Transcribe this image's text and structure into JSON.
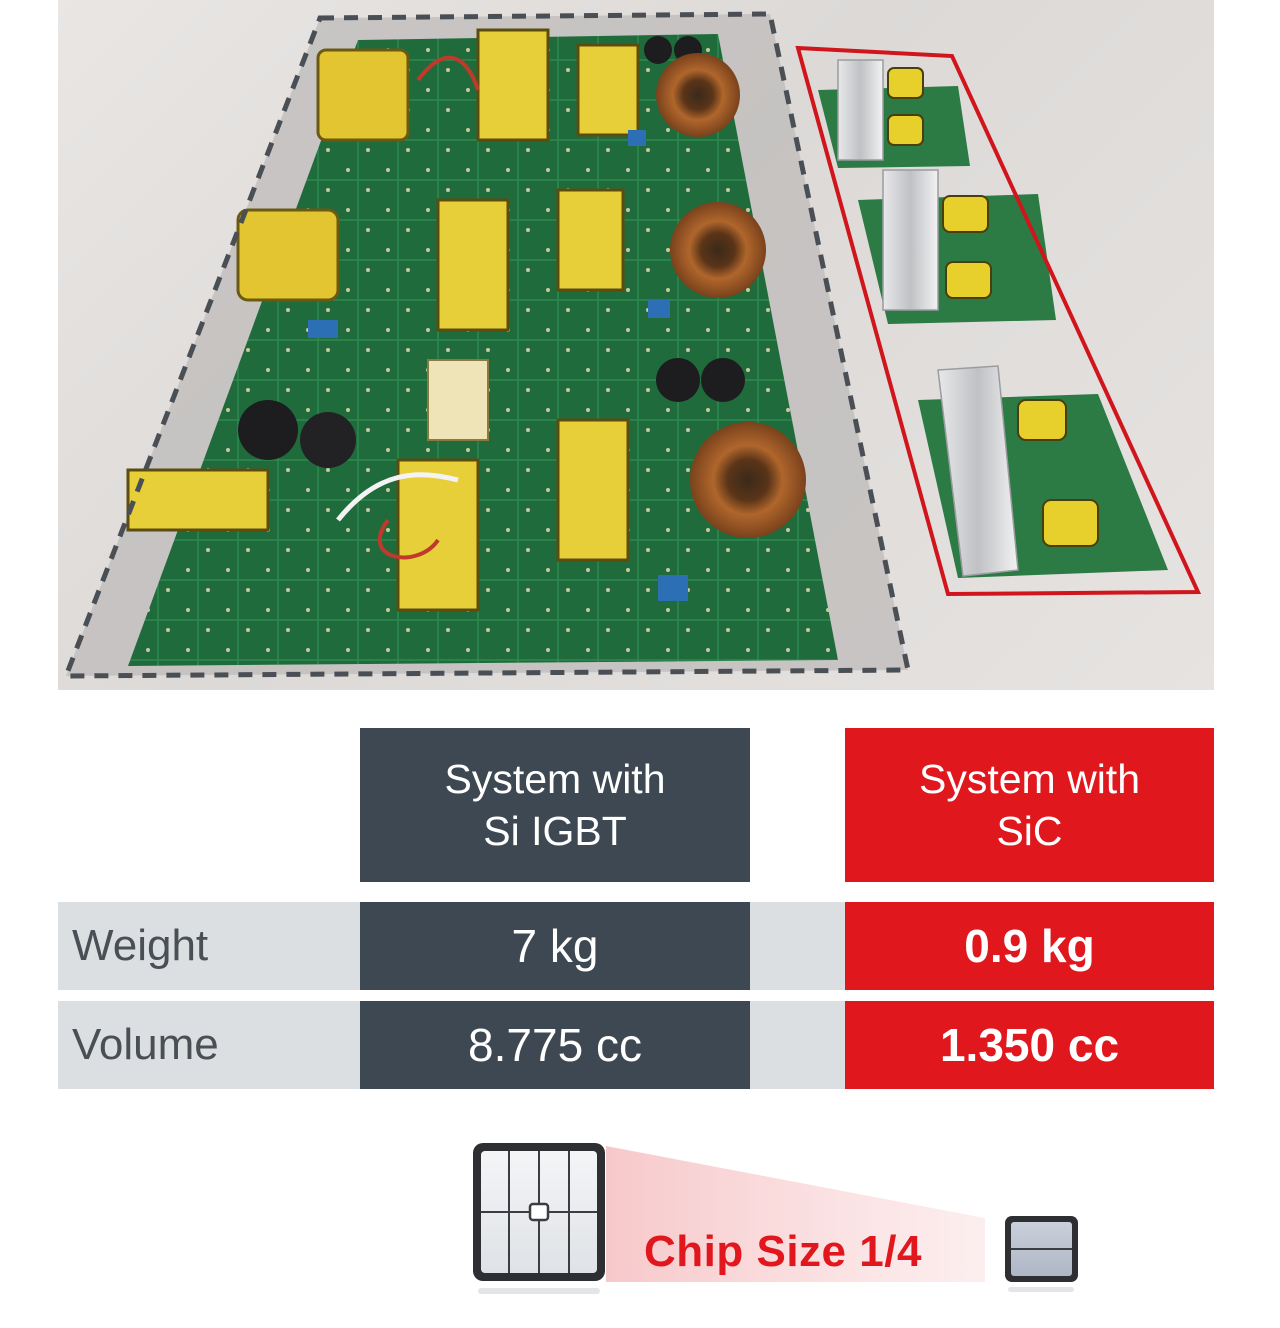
{
  "photo": {
    "left_group": "si-igbt-boards",
    "right_group": "sic-boards",
    "colors": {
      "dashed_outline": "#4a4f55",
      "red_outline": "#d0161c"
    }
  },
  "table": {
    "headers": {
      "si": [
        "System with",
        "Si IGBT"
      ],
      "sic": [
        "System with",
        "SiC"
      ]
    },
    "rows": [
      {
        "label": "Weight",
        "si": "7 kg",
        "sic": "0.9 kg"
      },
      {
        "label": "Volume",
        "si": "8.775 cc",
        "sic": "1.350 cc"
      }
    ],
    "colors": {
      "si": "#3e4852",
      "sic": "#e1171e",
      "band": "#dcdfe2"
    }
  },
  "chip_comparison": {
    "label": "Chip Size 1/4",
    "large_chip_icon": "si-chip-icon",
    "small_chip_icon": "sic-chip-icon"
  }
}
